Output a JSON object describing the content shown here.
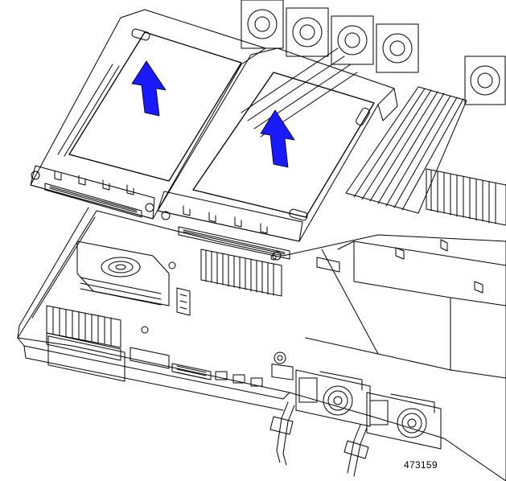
{
  "figure": {
    "id_label": "473159",
    "arrow_color": "#1a1aff",
    "line_color": "#000000",
    "background": "#ffffff"
  },
  "arrows": [
    {
      "name": "lift-arrow-left-riser",
      "direction": "up"
    },
    {
      "name": "lift-arrow-right-riser",
      "direction": "up"
    }
  ]
}
